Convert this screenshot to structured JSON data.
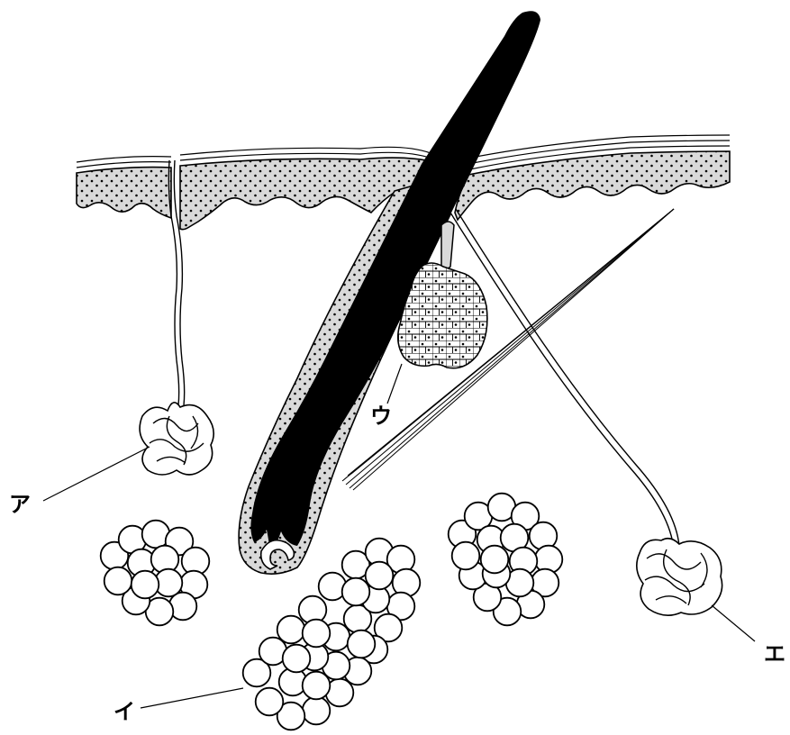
{
  "labels": {
    "a": "ア",
    "i": "イ",
    "u": "ウ",
    "e": "エ"
  },
  "colors": {
    "ink": "#000000",
    "epidermis_fill": "#d9d9d9",
    "background": "#ffffff",
    "hair": "#000000"
  }
}
